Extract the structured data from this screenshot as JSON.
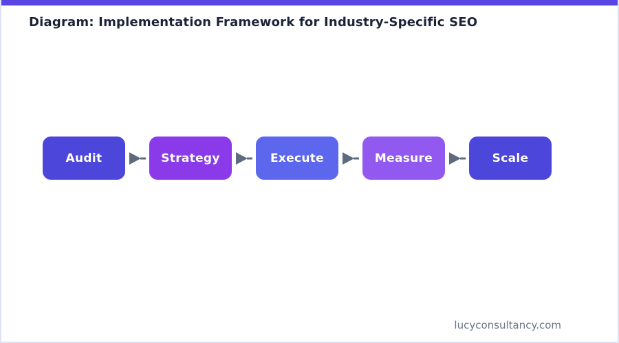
{
  "title": "Diagram: Implementation Framework for Industry-Specific SEO",
  "flow": {
    "steps": [
      {
        "label": "Audit",
        "color": "#4c46db"
      },
      {
        "label": "Strategy",
        "color": "#8b3aea"
      },
      {
        "label": "Execute",
        "color": "#5c67ee"
      },
      {
        "label": "Measure",
        "color": "#9159f0"
      },
      {
        "label": "Scale",
        "color": "#4c46db"
      }
    ],
    "arrow_color": "#5d6b80"
  },
  "footer": {
    "text": "lucyconsultancy.com"
  },
  "colors": {
    "top_bar": "#5946e2",
    "page_border": "#dde3f2",
    "title_text": "#1b2337",
    "footer_text": "#6b7587",
    "box_text": "#ffffff",
    "background": "#ffffff"
  }
}
